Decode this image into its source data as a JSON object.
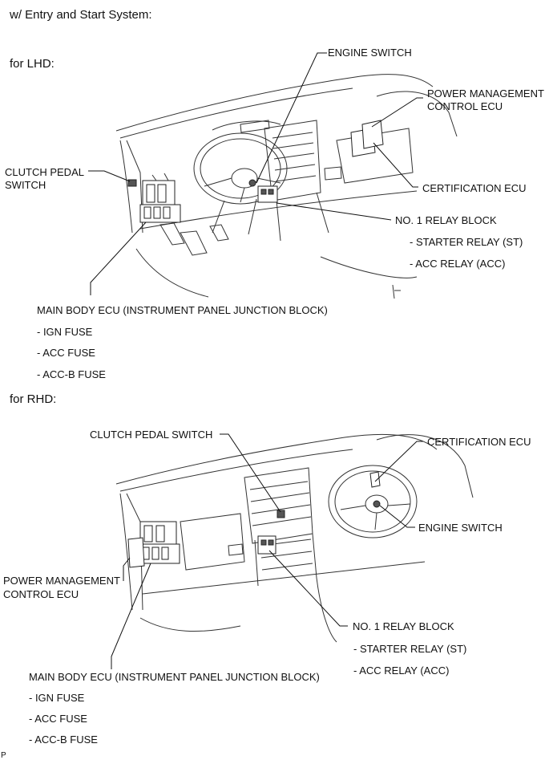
{
  "header": {
    "title": "w/ Entry and Start System:"
  },
  "lhd": {
    "heading": "for LHD:",
    "engine_switch": "ENGINE SWITCH",
    "pm_ecu_line1": "POWER MANAGEMENT",
    "pm_ecu_line2": "CONTROL ECU",
    "clutch_line1": "CLUTCH PEDAL",
    "clutch_line2": "SWITCH",
    "certification_ecu": "CERTIFICATION ECU",
    "relay_block": "NO. 1 RELAY BLOCK",
    "starter_relay": "- STARTER RELAY (ST)",
    "acc_relay": "- ACC RELAY (ACC)",
    "main_body_ecu": "MAIN BODY ECU (INSTRUMENT PANEL JUNCTION BLOCK)",
    "ign_fuse": "- IGN FUSE",
    "acc_fuse": "- ACC FUSE",
    "accb_fuse": "- ACC-B FUSE"
  },
  "rhd": {
    "heading": "for RHD:",
    "clutch": "CLUTCH PEDAL SWITCH",
    "certification_ecu": "CERTIFICATION ECU",
    "engine_switch": "ENGINE SWITCH",
    "pm_ecu_line1": "POWER MANAGEMENT",
    "pm_ecu_line2": "CONTROL ECU",
    "relay_block": "NO. 1 RELAY BLOCK",
    "starter_relay": "- STARTER RELAY (ST)",
    "acc_relay": "- ACC RELAY (ACC)",
    "main_body_ecu": "MAIN BODY ECU (INSTRUMENT PANEL JUNCTION BLOCK)",
    "ign_fuse": "- IGN FUSE",
    "acc_fuse": "- ACC FUSE",
    "accb_fuse": "- ACC-B FUSE"
  },
  "footer": {
    "code": "P"
  }
}
